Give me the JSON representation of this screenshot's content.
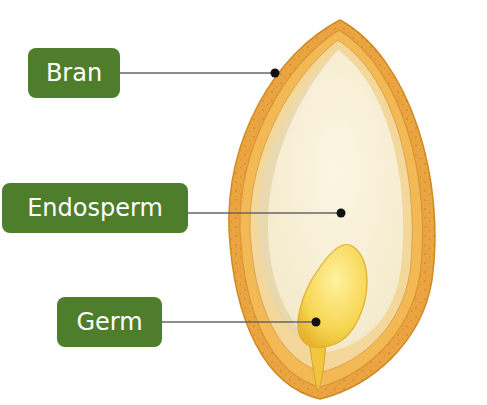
{
  "diagram": {
    "nodes": [
      {
        "text": [
          "Bran"
        ]
      },
      {
        "text": [
          "Endosperm"
        ]
      },
      {
        "text": [
          "Germ"
        ]
      }
    ]
  }
}
